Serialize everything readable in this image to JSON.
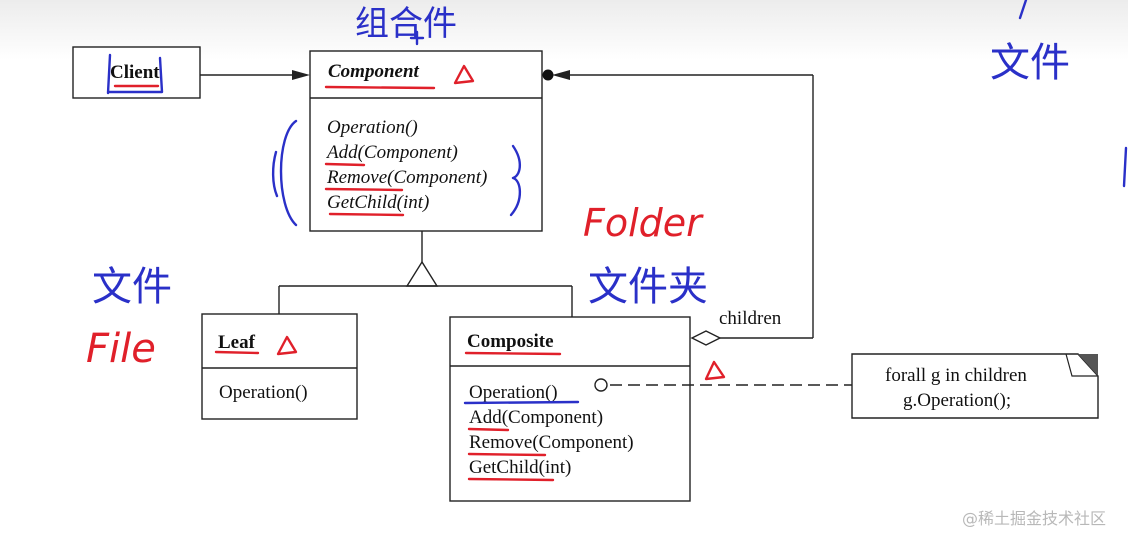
{
  "client": {
    "label": "Client"
  },
  "component": {
    "name": "Component",
    "methods": [
      "Operation()",
      "Add(Component)",
      "Remove(Component)",
      "GetChild(int)"
    ]
  },
  "leaf": {
    "name": "Leaf",
    "methods": [
      "Operation()"
    ]
  },
  "composite": {
    "name": "Composite",
    "methods": [
      "Operation()",
      "Add(Component)",
      "Remove(Component)",
      "GetChild(int)"
    ]
  },
  "association": {
    "children_label": "children"
  },
  "note": {
    "line1": "forall g in children",
    "line2": "g.Operation();"
  },
  "annotations": {
    "component_cn": "组合件",
    "file_cn_top": "文件",
    "leaf_cn": "文件",
    "leaf_en": "File",
    "composite_en": "Folder",
    "composite_cn": "文件夹"
  },
  "watermark": "@稀土掘金技术社区",
  "ink_colors": {
    "red": "#e0202a",
    "blue": "#2a30c8"
  }
}
